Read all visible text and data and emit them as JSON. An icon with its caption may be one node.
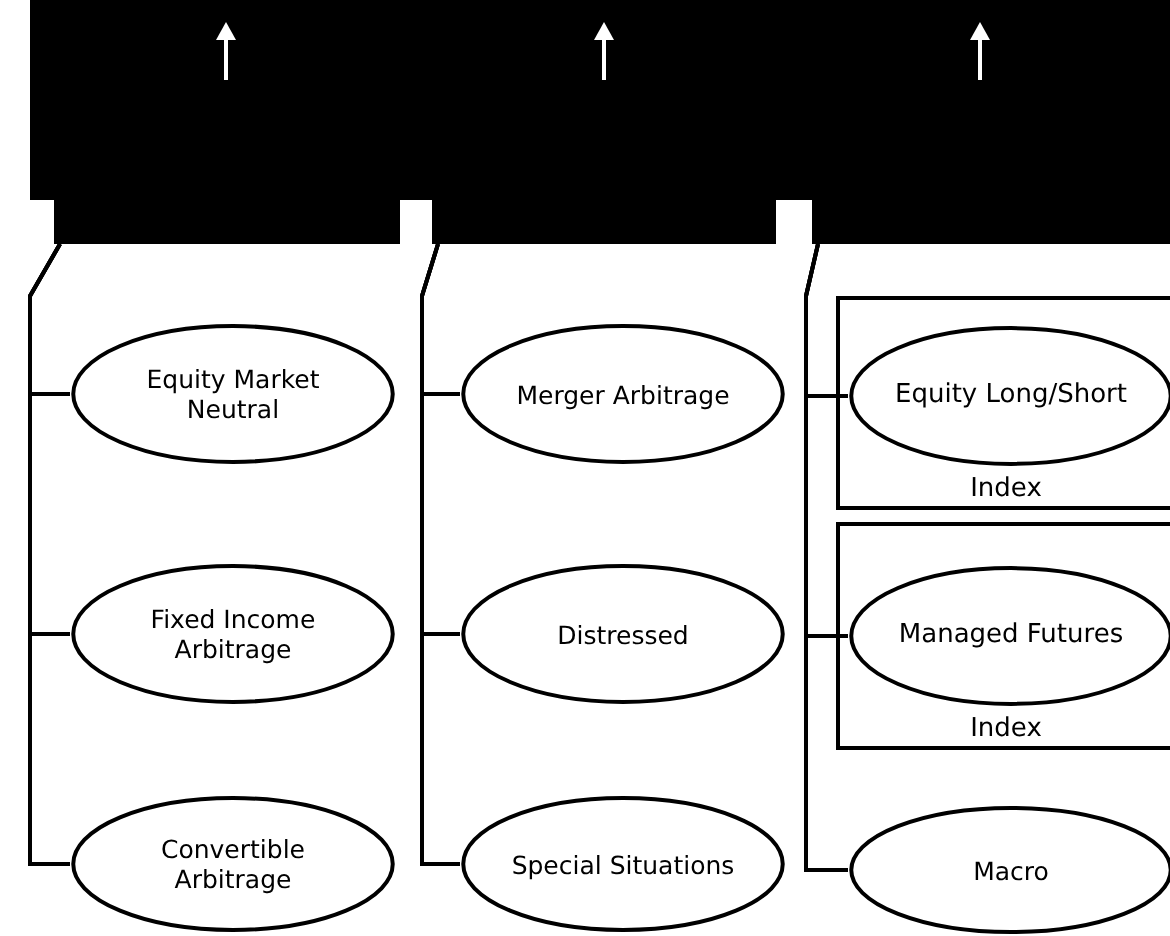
{
  "diagram": {
    "nodes": [
      {
        "text": [],
        "shape": "box"
      },
      {
        "text": [],
        "shape": "box"
      },
      {
        "text": [],
        "shape": "box"
      },
      {
        "text": [
          "Equity Market Neutral"
        ]
      },
      {
        "text": [
          "Fixed Income Arbitrage"
        ]
      },
      {
        "text": [
          "Convertible Arbitrage"
        ]
      },
      {
        "text": [
          "Merger Arbitrage"
        ]
      },
      {
        "text": [
          "Distressed"
        ]
      },
      {
        "text": [
          "Special Situations"
        ]
      },
      {
        "text": [
          "Index"
        ]
      },
      {
        "text": [
          "Equity Long/Short"
        ],
        "in": 9
      },
      {
        "text": [
          "Index"
        ]
      },
      {
        "text": [
          "Managed Futures"
        ],
        "in": 11
      },
      {
        "text": [
          "Macro"
        ]
      }
    ],
    "edges": [
      {
        "from": 0,
        "to": 3,
        "arrow": "none"
      },
      {
        "from": 0,
        "to": 4,
        "arrow": "none"
      },
      {
        "from": 0,
        "to": 5,
        "arrow": "none"
      },
      {
        "from": 1,
        "to": 6,
        "arrow": "none"
      },
      {
        "from": 1,
        "to": 7,
        "arrow": "none"
      },
      {
        "from": 1,
        "to": 8,
        "arrow": "none"
      },
      {
        "from": 2,
        "to": 10,
        "arrow": "none"
      },
      {
        "from": 2,
        "to": 12,
        "arrow": "none"
      },
      {
        "from": 2,
        "to": 13,
        "arrow": "none"
      }
    ]
  }
}
